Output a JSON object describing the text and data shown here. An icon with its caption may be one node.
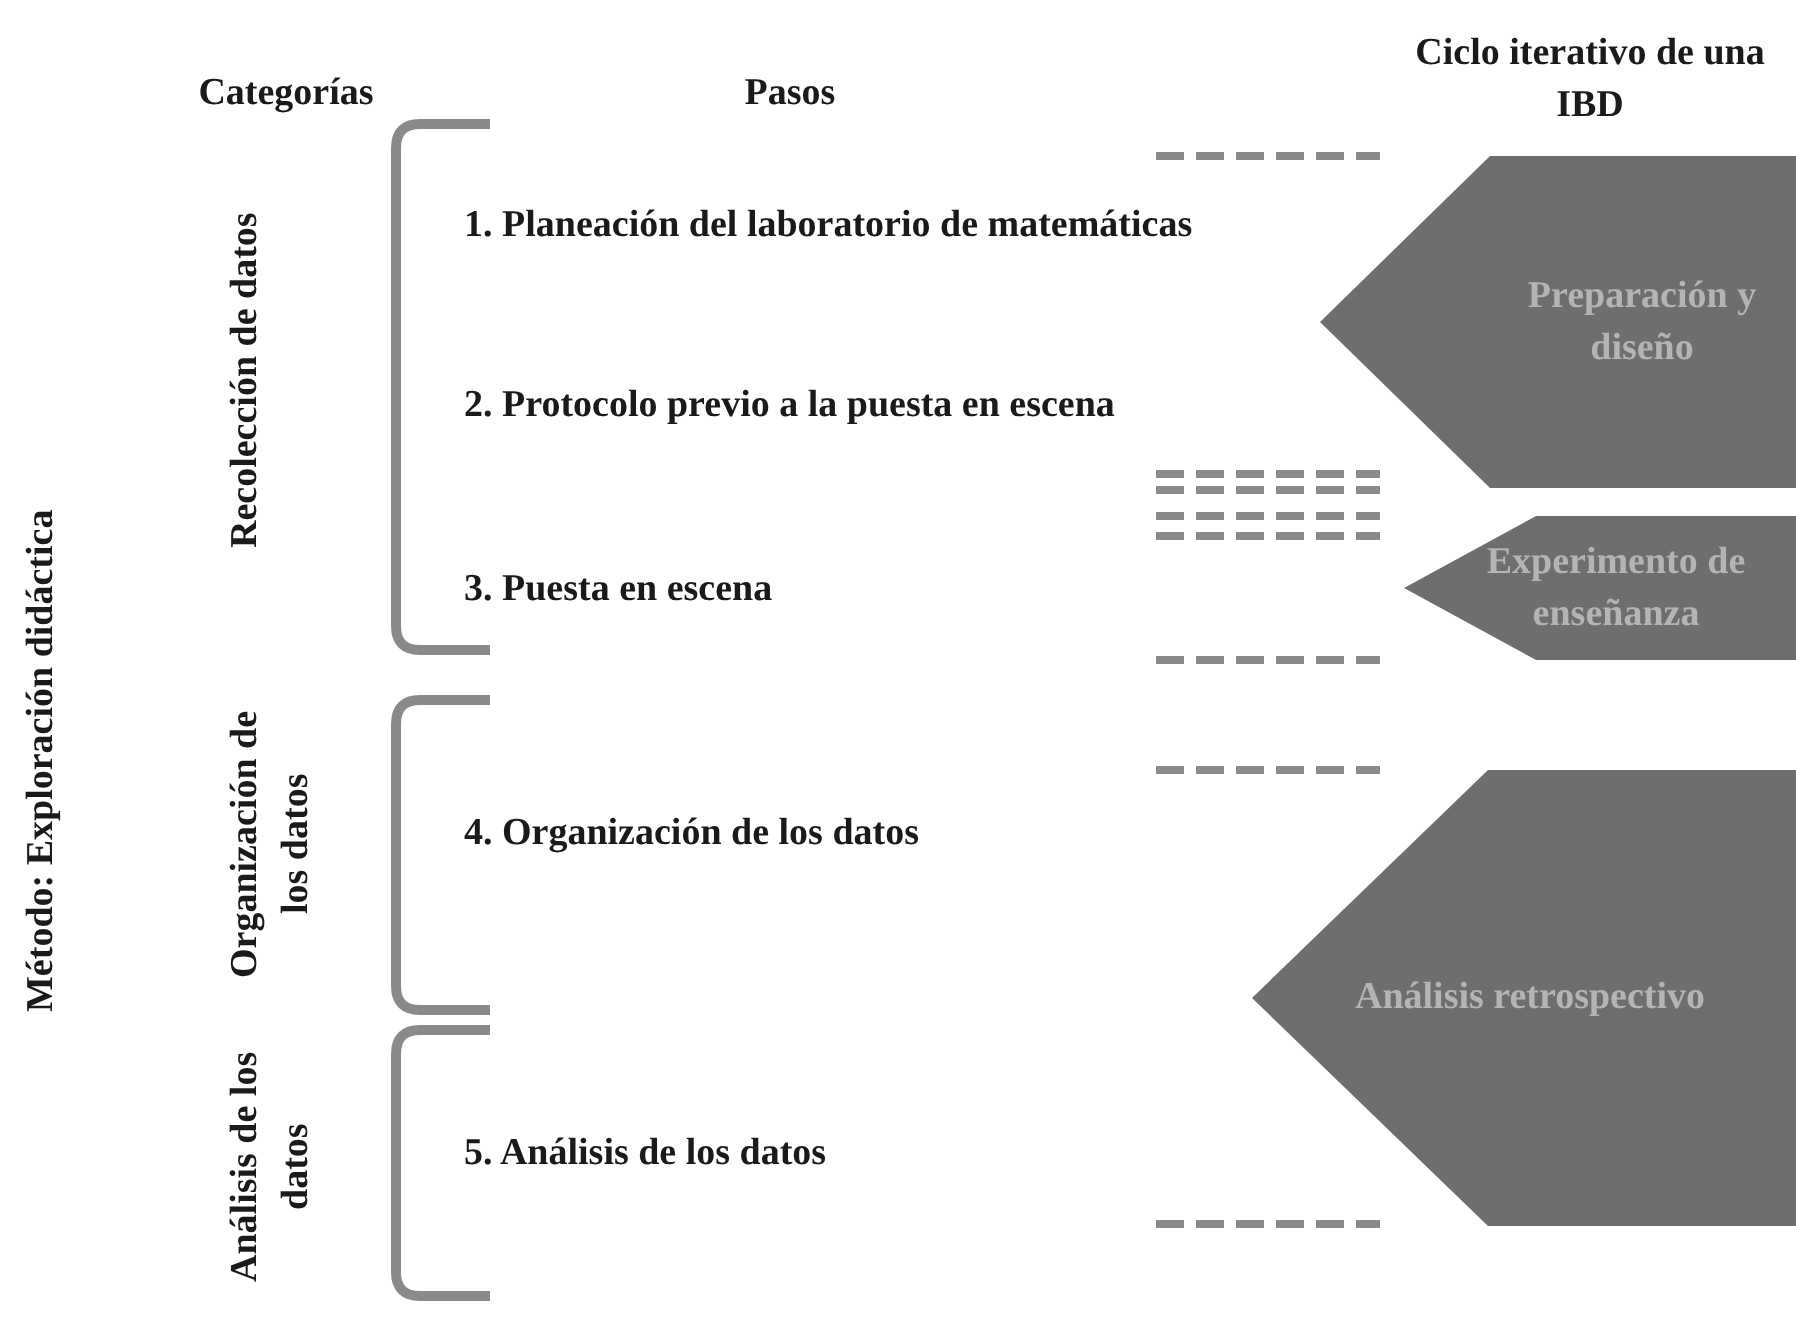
{
  "diagram": {
    "nodes": [
      {
        "text": [
          "Preparación y diseño"
        ]
      },
      {
        "text": [
          "Experimento de enseñanza"
        ]
      },
      {
        "text": [
          "Análisis retrospectivo"
        ]
      }
    ],
    "labels": [
      "Categorías",
      "Pasos",
      "Ciclo iterativo de una IBD",
      "Método: Exploración didáctica",
      "Recolección de datos",
      "1. Planeación del laboratorio de matemáticas",
      "2. Protocolo previo a la puesta en escena",
      "3. Puesta en escena",
      "Organización de los datos",
      "4. Organización de los datos",
      "Análisis de los datos",
      "5. Análisis de los datos"
    ]
  }
}
